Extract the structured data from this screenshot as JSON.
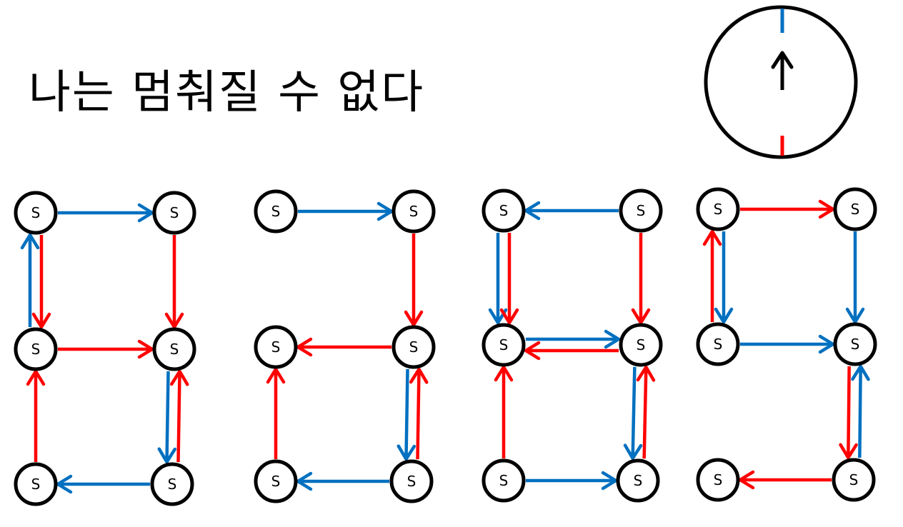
{
  "title": "나는 멈춰질 수 없다",
  "node_label": "S",
  "colors": {
    "red": "#ff0000",
    "blue": "#0070c0",
    "stroke": "#000000",
    "background": "#ffffff"
  },
  "compass": {
    "icon": "clock-up-arrow-icon",
    "top_tick_color": "#0070c0",
    "bottom_tick_color": "#ff0000"
  },
  "digits": [
    {
      "name": "digit-1",
      "nodes": [
        "tl",
        "tr",
        "ml",
        "mr",
        "bl",
        "br"
      ],
      "edges": [
        {
          "from": "tl",
          "to": "tr",
          "color": "blue"
        },
        {
          "from": "ml",
          "to": "tl",
          "color": "blue"
        },
        {
          "from": "tl",
          "to": "ml",
          "color": "red"
        },
        {
          "from": "tr",
          "to": "mr",
          "color": "red"
        },
        {
          "from": "ml",
          "to": "mr",
          "color": "red"
        },
        {
          "from": "bl",
          "to": "ml",
          "color": "red"
        },
        {
          "from": "mr",
          "to": "br",
          "color": "blue"
        },
        {
          "from": "br",
          "to": "mr",
          "color": "red"
        },
        {
          "from": "br",
          "to": "bl",
          "color": "blue"
        }
      ]
    },
    {
      "name": "digit-2",
      "nodes": [
        "tl",
        "tr",
        "ml",
        "mr",
        "bl",
        "br"
      ],
      "edges": [
        {
          "from": "tl",
          "to": "tr",
          "color": "blue"
        },
        {
          "from": "tr",
          "to": "mr",
          "color": "red"
        },
        {
          "from": "mr",
          "to": "ml",
          "color": "red"
        },
        {
          "from": "bl",
          "to": "ml",
          "color": "red"
        },
        {
          "from": "mr",
          "to": "br",
          "color": "blue"
        },
        {
          "from": "br",
          "to": "mr",
          "color": "red"
        },
        {
          "from": "br",
          "to": "bl",
          "color": "blue"
        }
      ]
    },
    {
      "name": "digit-3",
      "nodes": [
        "tl",
        "tr",
        "ml",
        "mr",
        "bl",
        "br"
      ],
      "edges": [
        {
          "from": "tr",
          "to": "tl",
          "color": "blue"
        },
        {
          "from": "tl",
          "to": "ml",
          "color": "blue"
        },
        {
          "from": "tl",
          "to": "ml",
          "color": "red"
        },
        {
          "from": "tr",
          "to": "mr",
          "color": "red"
        },
        {
          "from": "ml",
          "to": "mr",
          "color": "blue"
        },
        {
          "from": "mr",
          "to": "ml",
          "color": "red"
        },
        {
          "from": "bl",
          "to": "ml",
          "color": "red"
        },
        {
          "from": "mr",
          "to": "br",
          "color": "blue"
        },
        {
          "from": "br",
          "to": "mr",
          "color": "red"
        },
        {
          "from": "bl",
          "to": "br",
          "color": "blue"
        }
      ]
    },
    {
      "name": "digit-4",
      "nodes": [
        "tl",
        "tr",
        "ml",
        "mr",
        "bl",
        "br"
      ],
      "edges": [
        {
          "from": "tl",
          "to": "tr",
          "color": "red"
        },
        {
          "from": "ml",
          "to": "tl",
          "color": "red"
        },
        {
          "from": "tl",
          "to": "ml",
          "color": "blue"
        },
        {
          "from": "tr",
          "to": "mr",
          "color": "blue"
        },
        {
          "from": "ml",
          "to": "mr",
          "color": "blue"
        },
        {
          "from": "mr",
          "to": "br",
          "color": "red"
        },
        {
          "from": "br",
          "to": "mr",
          "color": "blue"
        },
        {
          "from": "br",
          "to": "bl",
          "color": "red"
        }
      ]
    }
  ]
}
